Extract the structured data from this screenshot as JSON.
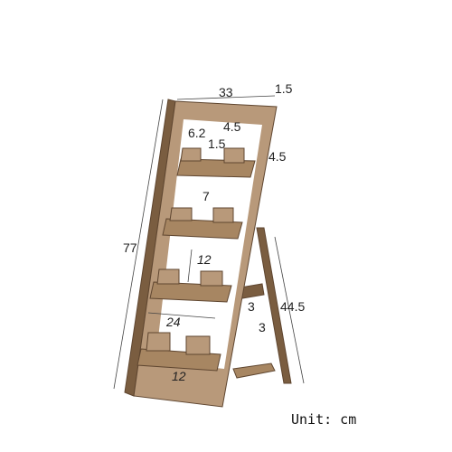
{
  "colors": {
    "wood_face": "#a78662",
    "wood_front": "#b8997a",
    "wood_edge": "#7a5d40",
    "wood_dark": "#5f4630",
    "dim_line": "#444444"
  },
  "dimensions": {
    "width_top": "33",
    "thickness_top": "1.5",
    "frame_top": "4.5",
    "slot_width": "6.2",
    "slot_gap": "1.5",
    "shelf_height": "4.5",
    "notch_width": "7",
    "height": "77",
    "shelf_spacing": "12",
    "leg_height": "44.5",
    "leg_joint_a": "3",
    "leg_joint_b": "3",
    "bottom_width": "24",
    "bottom_depth": "12"
  },
  "unit_label": "Unit: cm"
}
